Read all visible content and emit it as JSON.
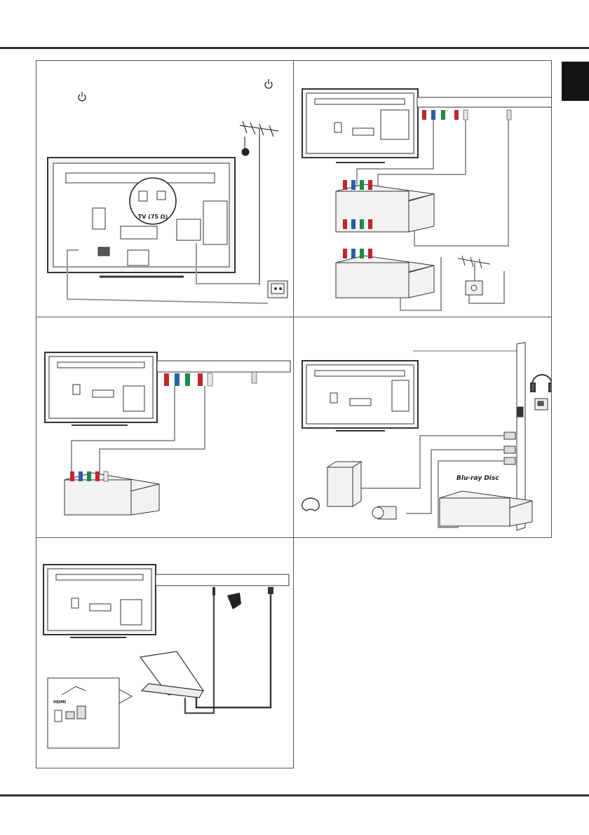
{
  "labels": {
    "antenna_port": "TV (75 Ω)",
    "bluray_logo": "Blu-ray Disc",
    "hdmi_label": "HDMI"
  },
  "colors": {
    "red": "#c0262d",
    "green": "#1f8a4c",
    "blue": "#2b5fa6",
    "white": "#e8e8e8",
    "cable": "#9a9a9a",
    "tab": "#141414"
  },
  "icons": [
    "power-icon",
    "antenna-icon",
    "wall-socket-icon",
    "headphones-icon",
    "ci-card-icon",
    "gamepad-icon",
    "camcorder-icon",
    "laptop-icon",
    "hdmi-plug-icon"
  ]
}
